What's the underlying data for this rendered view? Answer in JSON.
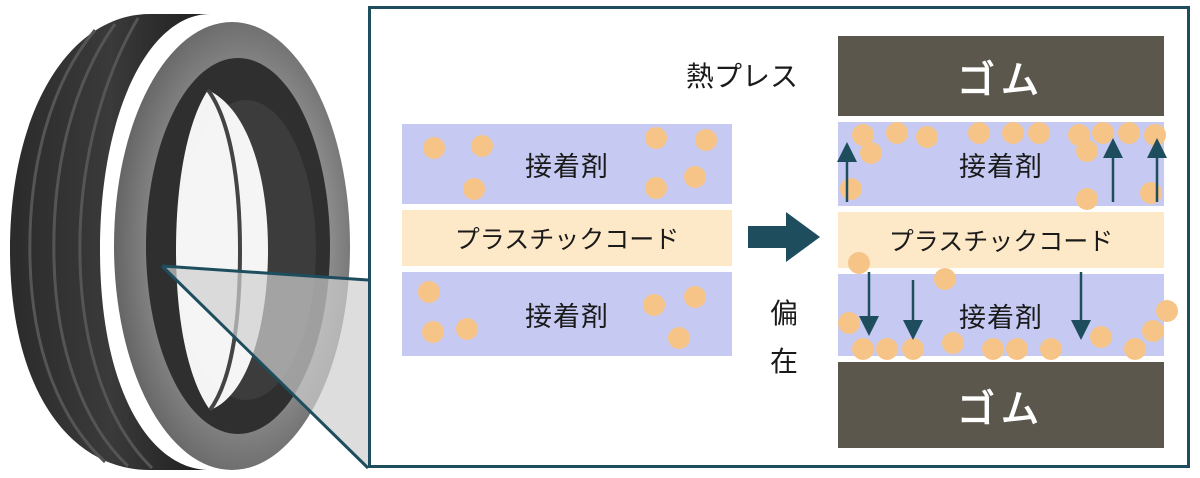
{
  "left": {
    "adhesive_top": "接着剤",
    "cord": "プラスチックコード",
    "adhesive_bottom": "接着剤"
  },
  "right": {
    "rubber_top": "ゴム",
    "adhesive_top": "接着剤",
    "cord": "プラスチックコード",
    "adhesive_bottom": "接着剤",
    "rubber_bottom": "ゴム"
  },
  "labels": {
    "heat_press": "熱プレス",
    "segregation_1": "偏",
    "segregation_2": "在"
  },
  "colors": {
    "frame": "#1e4d5e",
    "adhesive": "#c6caf3",
    "cord": "#fde8c8",
    "rubber": "#5b574d",
    "particle": "#f7c488",
    "arrow": "#1e4d5e"
  }
}
